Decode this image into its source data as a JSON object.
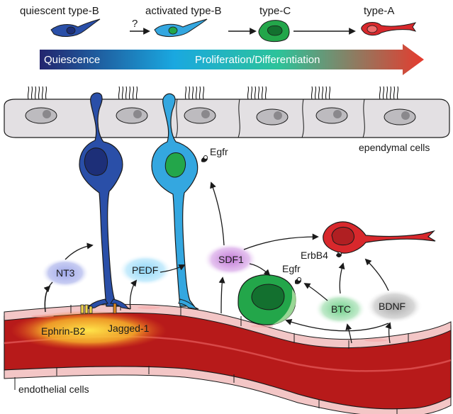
{
  "stages": [
    {
      "label": "quiescent type-B"
    },
    {
      "label": "activated type-B"
    },
    {
      "label": "type-C"
    },
    {
      "label": "type-A"
    }
  ],
  "transition_mark": "?",
  "gradient_bar": {
    "left_label": "Quiescence",
    "right_label": "Proliferation/Differentiation",
    "colors": [
      "#23256e",
      "#1aa8e0",
      "#2cc39a",
      "#e63b2e"
    ]
  },
  "labels": {
    "ependymal": "ependymal cells",
    "endothelial": "endothelial cells",
    "egfr_top": "Egfr",
    "egfr_c": "Egfr",
    "erbb4": "ErbB4"
  },
  "molecules": {
    "nt3": "NT3",
    "pedf": "PEDF",
    "sdf1": "SDF1",
    "btc": "BTC",
    "bdnf": "BDNF",
    "ephrin": "Ephrin-B2",
    "jagged": "Jagged-1"
  },
  "colors": {
    "quiescent_b": "#2a4fa8",
    "activated_b": "#34a7e0",
    "type_c": "#23a64a",
    "type_a": "#d8282c",
    "ependymal": "#e3e0e3",
    "vessel": "#b71a1a",
    "endothelium": "#f3c6c6"
  }
}
